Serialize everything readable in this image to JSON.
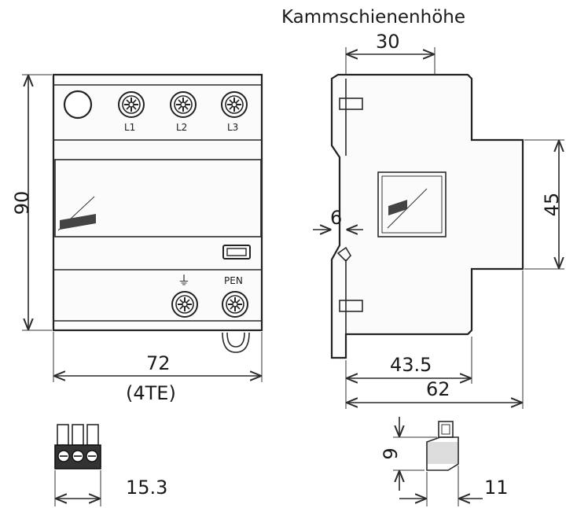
{
  "header": {
    "title": "Kammschienenhöhe"
  },
  "front_view": {
    "terminals_top": [
      "L1",
      "L2",
      "L3"
    ],
    "terminals_bottom": [
      "PEN"
    ],
    "earth_symbol": "⏚",
    "height": "90",
    "width": "72",
    "width_units": "(4TE)"
  },
  "side_view": {
    "top": "30",
    "right": "45",
    "gap": "6",
    "depth_inner": "43.5",
    "depth_total": "62"
  },
  "plug_front": {
    "width": "15.3"
  },
  "plug_side": {
    "height": "9",
    "width": "11"
  },
  "icons": [
    "earth-icon",
    "screw-terminal-icon",
    "dehn-logo-icon"
  ]
}
